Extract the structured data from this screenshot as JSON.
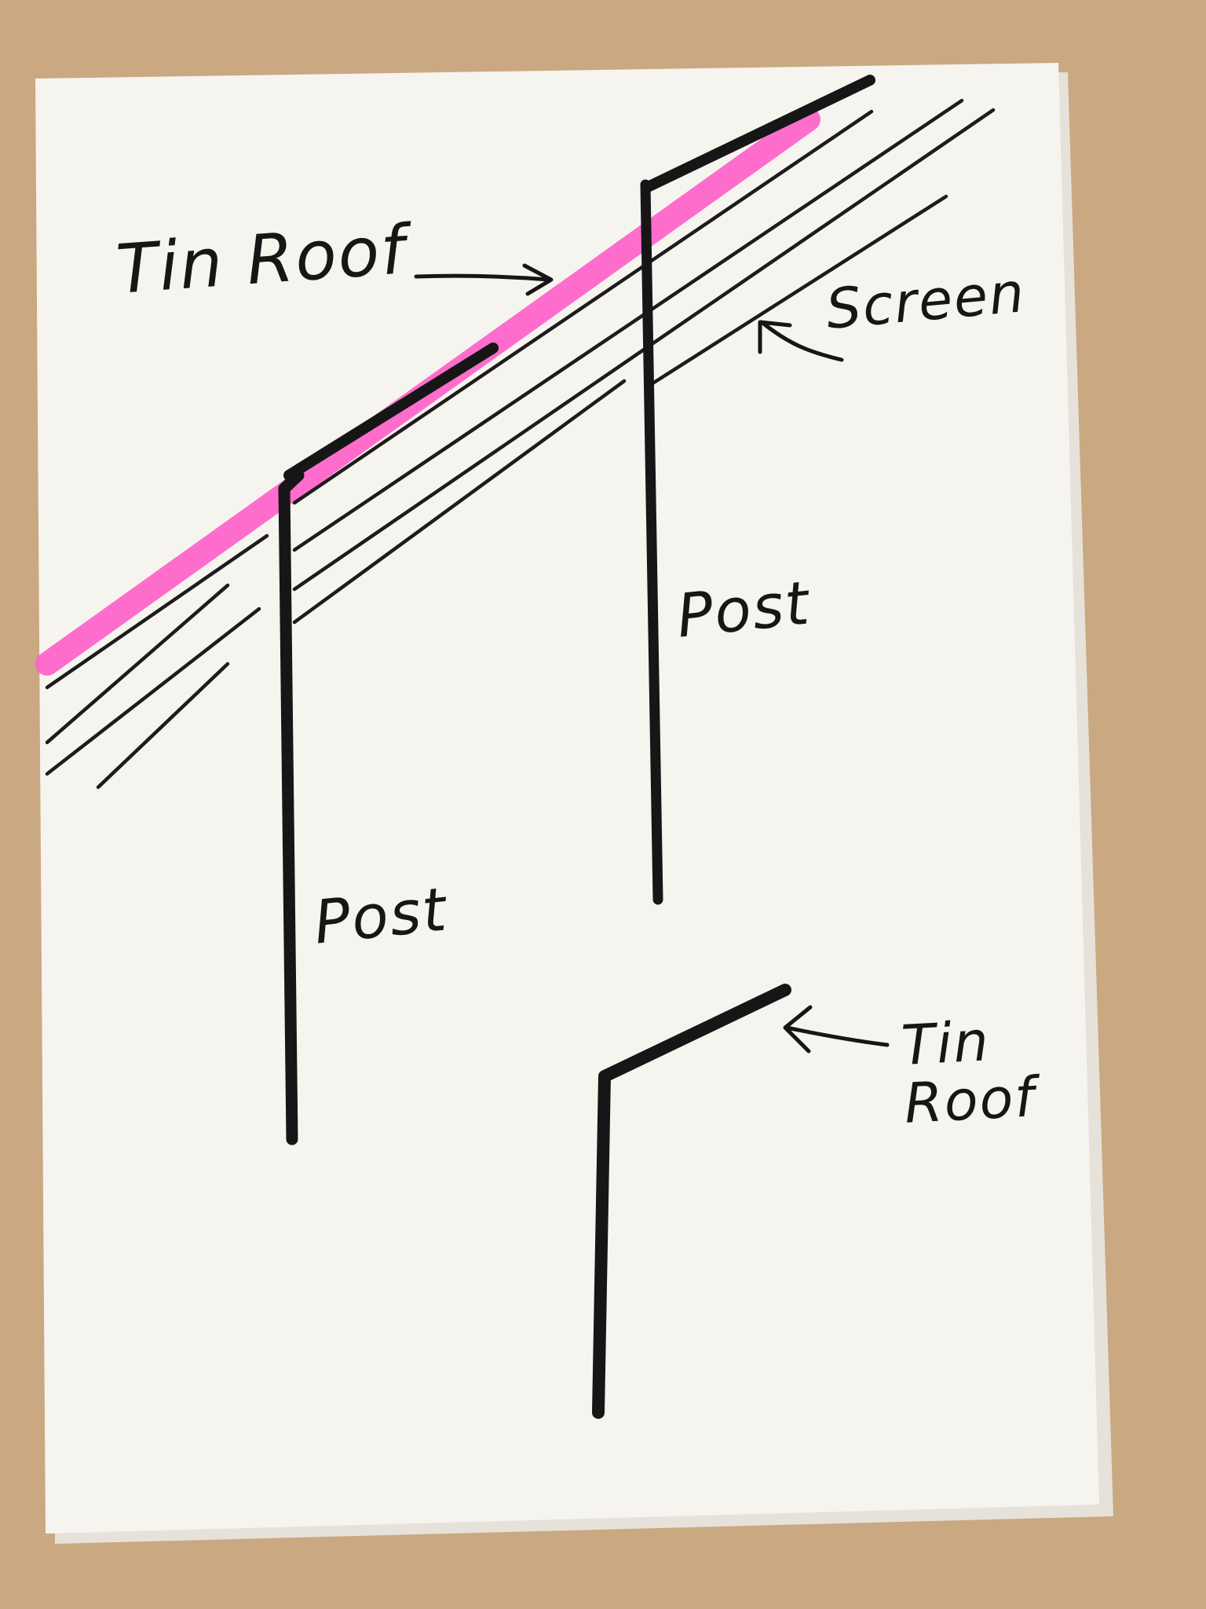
{
  "labels": {
    "tin_roof_top": "Tin Roof",
    "screen": "Screen",
    "post_right": "Post",
    "post_left": "Post",
    "tin_roof_bottom": "Tin Roof"
  },
  "colors": {
    "table": "#c9a882",
    "paper": "#f6f4ef",
    "marker": "#161616",
    "highlighter": "#ff5ec8"
  }
}
